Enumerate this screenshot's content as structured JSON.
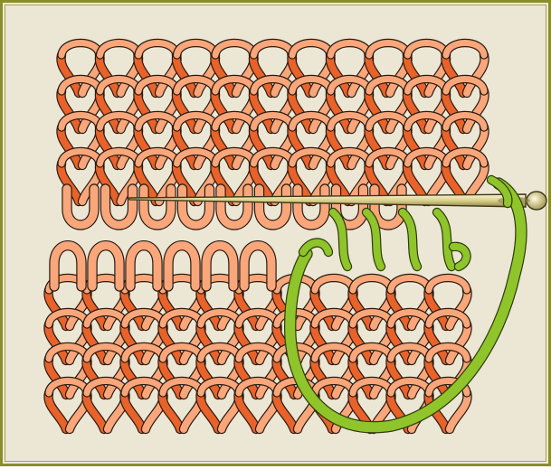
{
  "figure": {
    "title": "",
    "labels": [],
    "colors": {
      "background": "#ece6d5",
      "border": "#8a8d2f",
      "stitch_fill": "#f8a67a",
      "stitch_dark": "#e8622a",
      "stitch_outline": "#2a1a10",
      "yarn_green": "#8fc42a",
      "yarn_outline": "#2c3a08",
      "needle": "#d9d08a"
    },
    "upper_fabric": {
      "columns": 11,
      "rows": 4,
      "open_loops": 9
    },
    "lower_fabric": {
      "columns": 11,
      "rows": 4,
      "open_loops": 6
    },
    "graft_wraps": 6,
    "icons": [
      "knit-stitch-icon",
      "darning-needle-icon",
      "green-yarn-icon"
    ]
  }
}
